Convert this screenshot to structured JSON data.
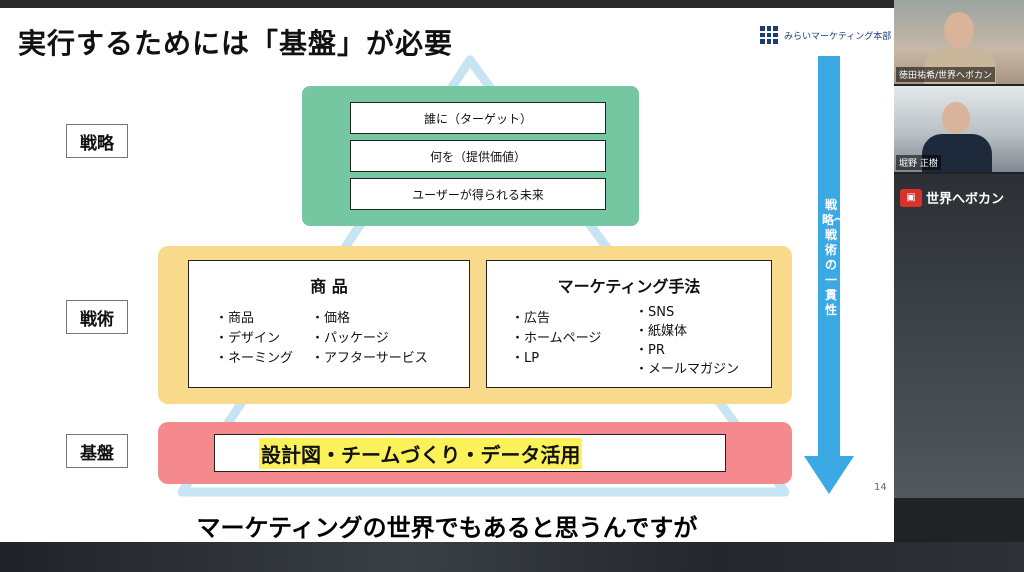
{
  "slide": {
    "title": "実行するためには「基盤」が必要",
    "logo_text": "みらいマーケティング本部",
    "page_number": "14",
    "row_labels": {
      "strategy": "戦略",
      "tactics": "戦術",
      "foundation": "基盤"
    },
    "strategy_items": [
      "誰に（ターゲット）",
      "何を（提供価値）",
      "ユーザーが得られる未来"
    ],
    "product": {
      "title": "商 品",
      "col1": [
        "・商品",
        "・デザイン",
        "・ネーミング"
      ],
      "col2": [
        "・価格",
        "・パッケージ",
        "・アフターサービス"
      ]
    },
    "marketing": {
      "title": "マーケティング手法",
      "col1": [
        "・広告",
        "・ホームページ",
        "・LP"
      ],
      "col2": [
        "・SNS",
        "・紙媒体",
        "・PR",
        "・メールマガジン"
      ]
    },
    "foundation_text": "設計図・チームづくり・データ活用",
    "arrow_label": "戦略〜戦術の一貫性",
    "colors": {
      "strategy": "#74c7a0",
      "tactics": "#f9d98c",
      "foundation": "#f48a8e",
      "arrow": "#3aa9e4",
      "highlight": "#fbf25a"
    }
  },
  "subtitle": "マーケティングの世界でもあると思うんですが",
  "participants": [
    {
      "name": "徳田祐希/世界へボカン"
    },
    {
      "name": "堀野 正樹"
    }
  ],
  "brand": {
    "name": "世界へボカン",
    "icon": "speech-bubble-icon"
  }
}
